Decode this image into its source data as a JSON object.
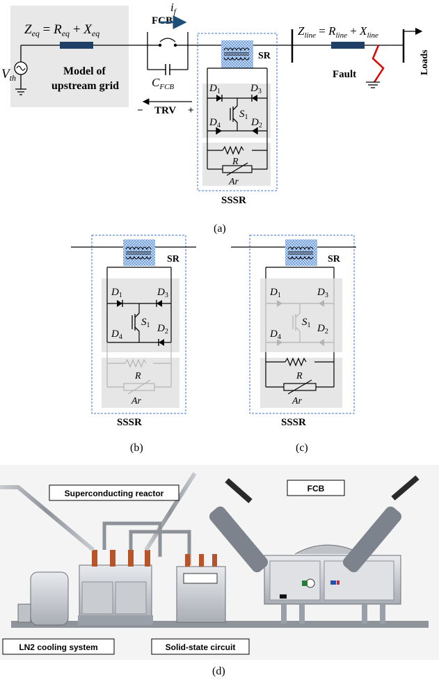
{
  "panel_a": {
    "zeq_eq": "Z_eq = R_eq + X_eq",
    "zeq_parts": {
      "z": "Z",
      "z_sub": "eq",
      "r": "R",
      "r_sub": "eq",
      "x": "X",
      "x_sub": "eq",
      "equals": "=",
      "plus": "+"
    },
    "vth": {
      "v": "V",
      "sub": "th"
    },
    "model_line1": "Model of",
    "model_line2": "upstream grid",
    "fcb": "FCB",
    "if_label": {
      "i": "i",
      "sub": "f"
    },
    "cfcb": {
      "c": "C",
      "sub": "FCB"
    },
    "trv": {
      "minus": "−",
      "label": "TRV",
      "plus": "+"
    },
    "sr": "SR",
    "d1": {
      "d": "D",
      "sub": "1"
    },
    "d2": {
      "d": "D",
      "sub": "2"
    },
    "d3": {
      "d": "D",
      "sub": "3"
    },
    "d4": {
      "d": "D",
      "sub": "4"
    },
    "s1": {
      "s": "S",
      "sub": "1"
    },
    "r": "R",
    "ar": "Ar",
    "sssr": "SSSR",
    "zline": {
      "z": "Z",
      "z_sub": "line",
      "r": "R",
      "r_sub": "line",
      "x": "X",
      "x_sub": "line",
      "equals": "=",
      "plus": "+"
    },
    "fault": "Fault",
    "loads": "Loads",
    "caption": "(a)"
  },
  "panel_b": {
    "sr": "SR",
    "r": "R",
    "ar": "Ar",
    "sssr": "SSSR",
    "caption": "(b)",
    "d1": {
      "d": "D",
      "sub": "1"
    },
    "d2": {
      "d": "D",
      "sub": "2"
    },
    "d3": {
      "d": "D",
      "sub": "3"
    },
    "d4": {
      "d": "D",
      "sub": "4"
    },
    "s1": {
      "s": "S",
      "sub": "1"
    }
  },
  "panel_c": {
    "sr": "SR",
    "r": "R",
    "ar": "Ar",
    "sssr": "SSSR",
    "caption": "(c)",
    "d1": {
      "d": "D",
      "sub": "1"
    },
    "d2": {
      "d": "D",
      "sub": "2"
    },
    "d3": {
      "d": "D",
      "sub": "3"
    },
    "d4": {
      "d": "D",
      "sub": "4"
    },
    "s1": {
      "s": "S",
      "sub": "1"
    }
  },
  "panel_d": {
    "superconducting_reactor": "Superconducting reactor",
    "fcb": "FCB",
    "ln2_cooling": "LN2 cooling system",
    "solid_state": "Solid-state circuit",
    "caption": "(d)"
  },
  "colors": {
    "arrow_blue": "#1f4e79",
    "fault_red": "#e00000",
    "dashed_blue": "#3a6fd0",
    "shade": "#e6e6e6",
    "inactive": "#b4b4b4"
  }
}
